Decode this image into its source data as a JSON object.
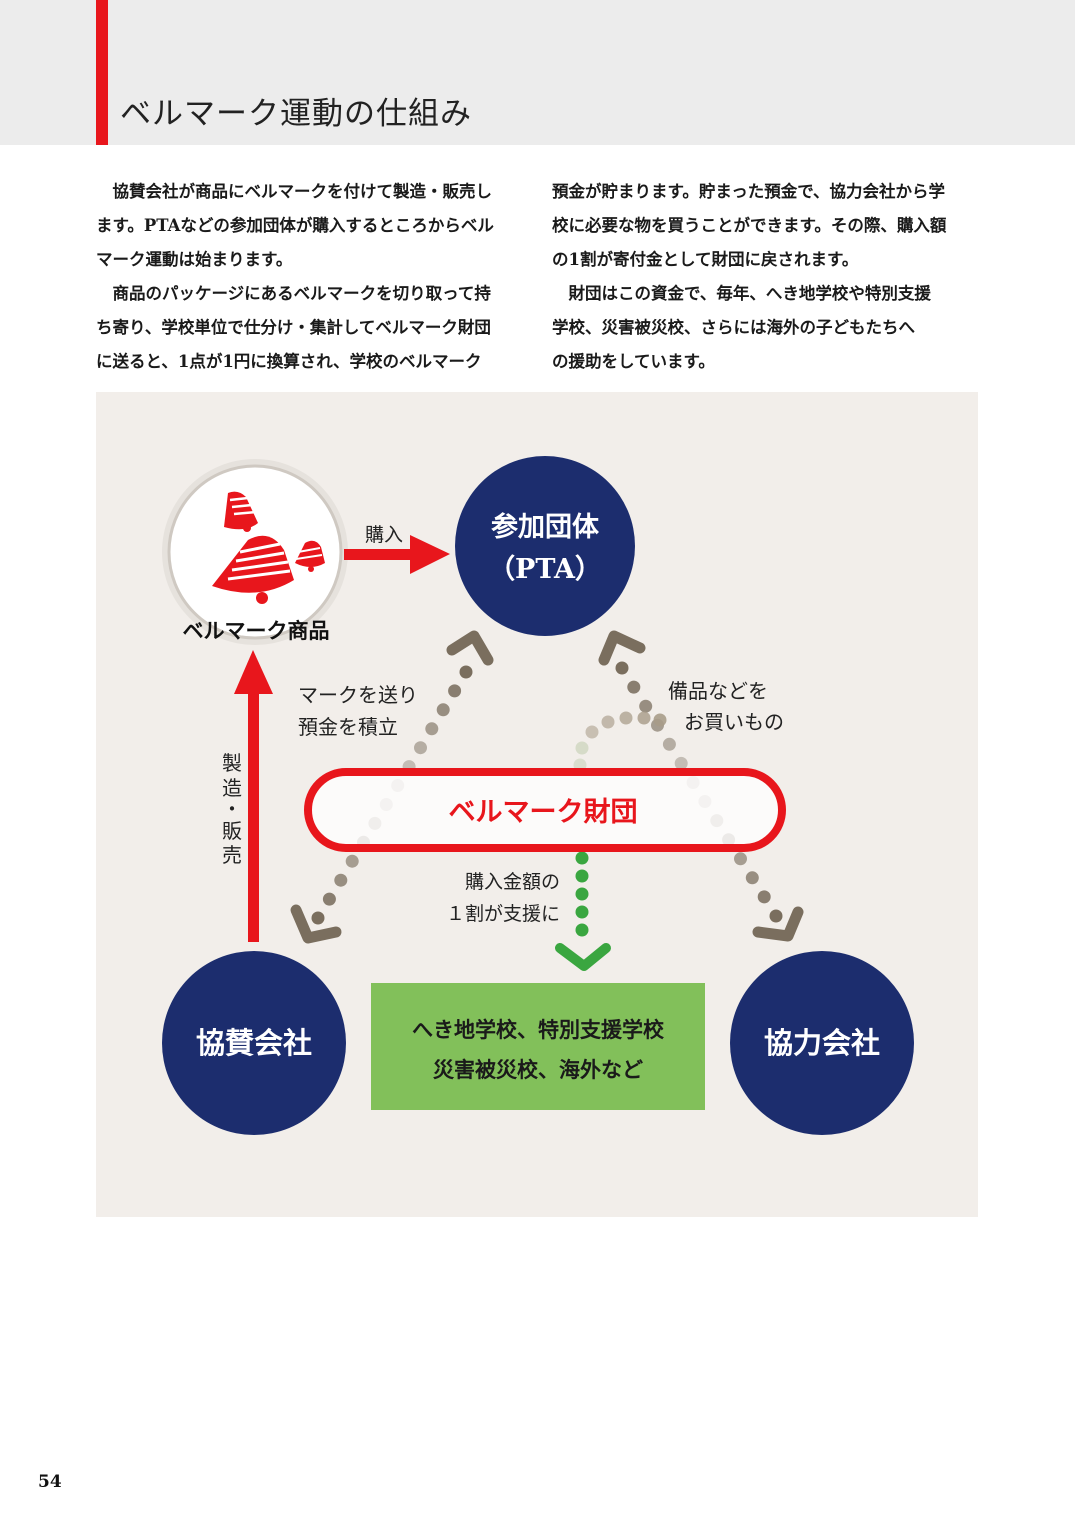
{
  "header": {
    "title": "ベルマーク運動の仕組み"
  },
  "body_text": {
    "left_paragraphs": [
      "協賛会社が商品にベルマークを付けて製造・販売し",
      "ます。PTAなどの参加団体が購入するところからベル",
      "マーク運動は始まります。",
      "商品のパッケージにあるベルマークを切り取って持",
      "ち寄り、学校単位で仕分け・集計してベルマーク財団",
      "に送ると、1点が1円に換算され、学校のベルマーク"
    ],
    "right_paragraphs": [
      "預金が貯まります。貯まった預金で、協力会社から学",
      "校に必要な物を買うことができます。その際、購入額",
      "の1割が寄付金として財団に戻されます。",
      "財団はこの資金で、毎年、へき地学校や特別支援",
      "学校、災害被災校、さらには海外の子どもたちへ",
      "の援助をしています。"
    ]
  },
  "diagram": {
    "nodes": {
      "bellmark_product": "ベルマーク商品",
      "pta_line1": "参加団体",
      "pta_line2": "（PTA）",
      "foundation": "ベルマーク財団",
      "sponsor": "協賛会社",
      "cooperator": "協力会社",
      "beneficiary_line1": "へき地学校、特別支援学校",
      "beneficiary_line2": "災害被災校、海外など"
    },
    "edges": {
      "purchase": "購入",
      "manufacture_sell": [
        "製",
        "造",
        "・",
        "販",
        "売"
      ],
      "send_marks_line1": "マークを送り",
      "send_marks_line2": "預金を積立",
      "buy_equipment_line1": "備品などを",
      "buy_equipment_line2": "お買いもの",
      "support_line1": "購入金額の",
      "support_line2": "１割が支援に"
    },
    "colors": {
      "navy": "#1c2d6e",
      "red": "#e8161c",
      "green_box": "#82c05a",
      "dot_brown": "#7a6e5e",
      "dot_green": "#3aa640",
      "background": "#f2eeea"
    }
  },
  "page_number": "54"
}
